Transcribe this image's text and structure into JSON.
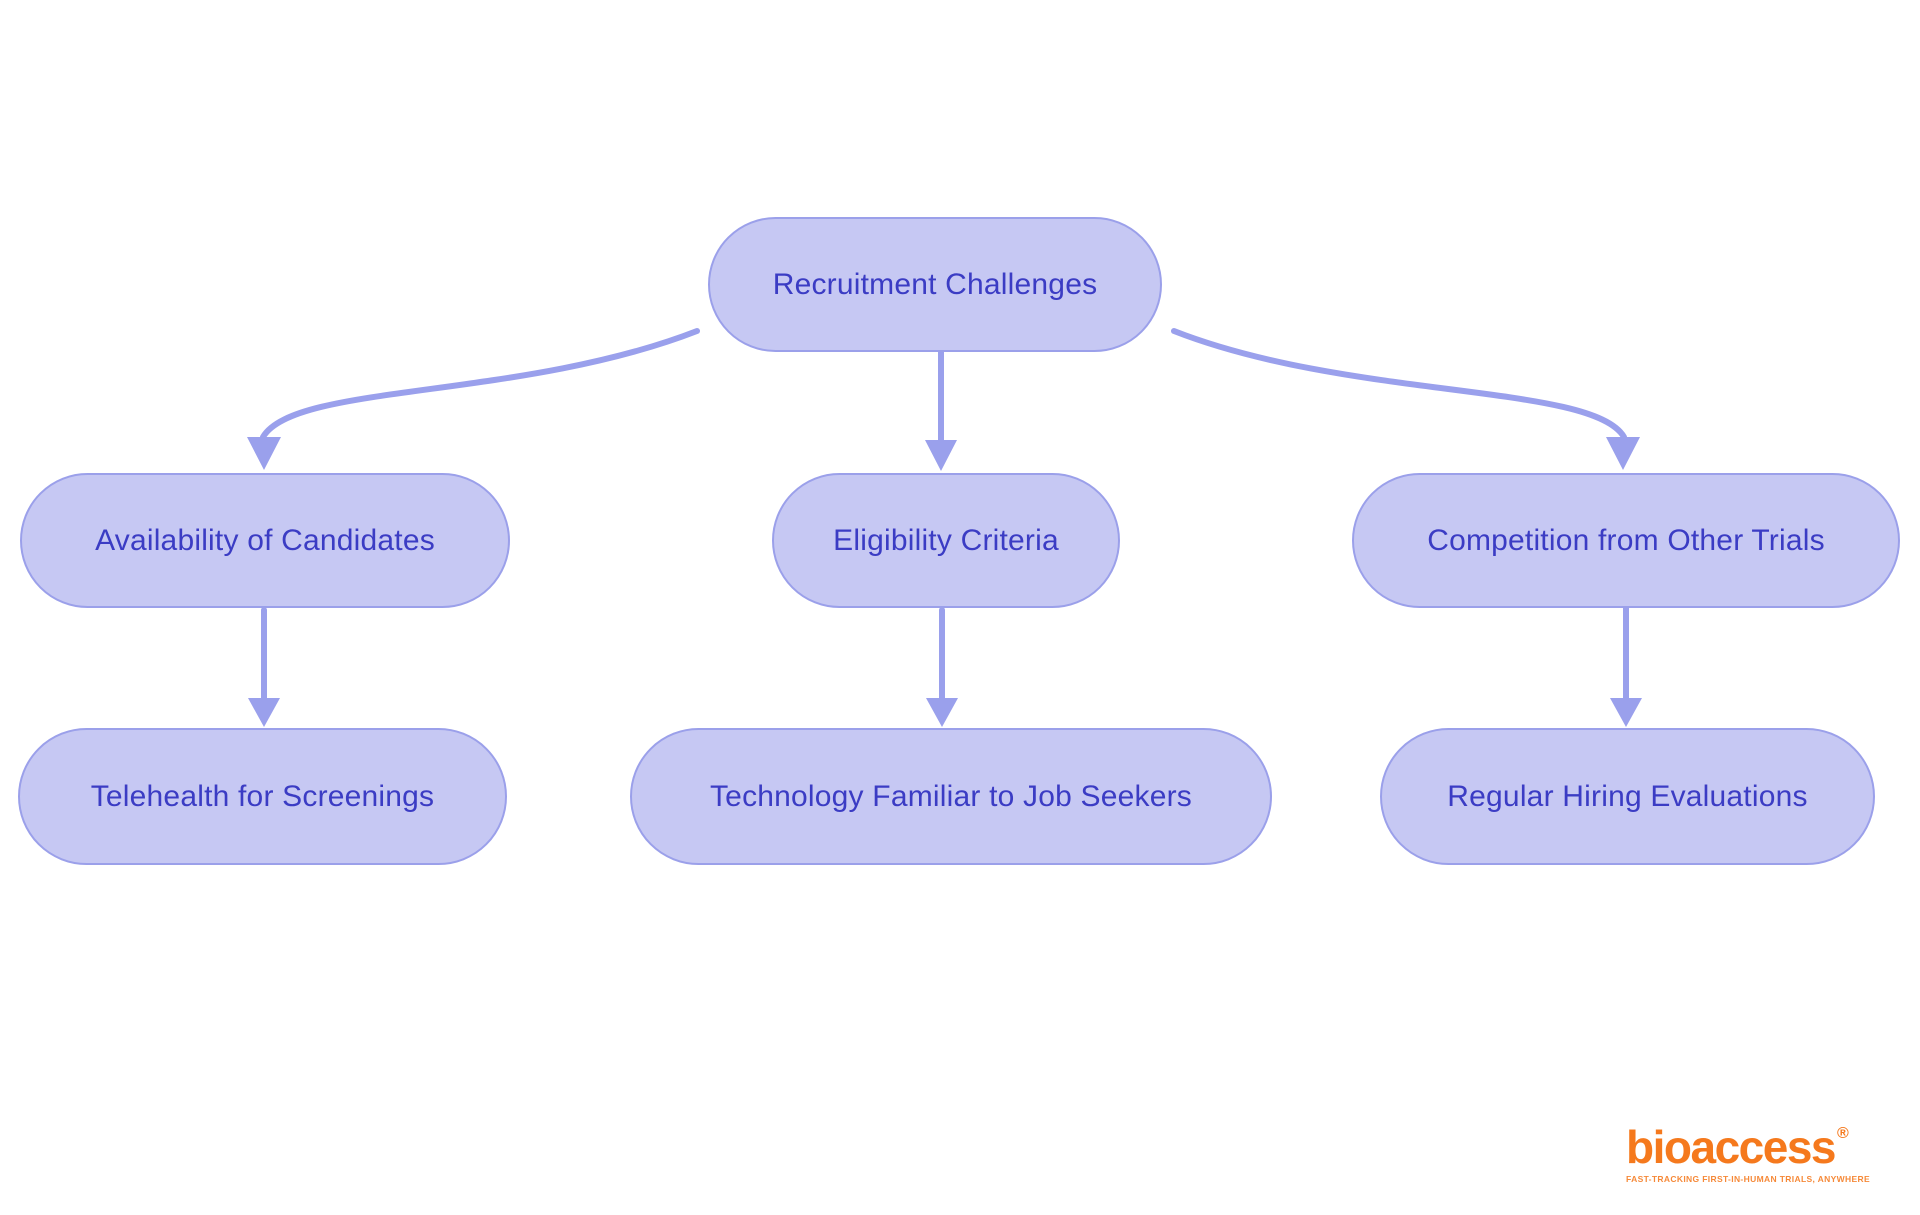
{
  "colors": {
    "background": "#ffffff",
    "node_fill": "#c6c8f3",
    "node_border": "#9ba0ea",
    "node_text": "#3b3cc4",
    "arrow": "#9aa0ec",
    "logo_orange": "#f5791d"
  },
  "diagram": {
    "nodes": {
      "root": {
        "label": "Recruitment Challenges"
      },
      "mid_left": {
        "label": "Availability of Candidates"
      },
      "mid_center": {
        "label": "Eligibility Criteria"
      },
      "mid_right": {
        "label": "Competition from Other Trials"
      },
      "bottom_left": {
        "label": "Telehealth for Screenings"
      },
      "bottom_center": {
        "label": "Technology Familiar to Job Seekers"
      },
      "bottom_right": {
        "label": "Regular Hiring Evaluations"
      }
    },
    "edges": [
      {
        "from": "root",
        "to": "mid_left"
      },
      {
        "from": "root",
        "to": "mid_center"
      },
      {
        "from": "root",
        "to": "mid_right"
      },
      {
        "from": "mid_left",
        "to": "bottom_left"
      },
      {
        "from": "mid_center",
        "to": "bottom_center"
      },
      {
        "from": "mid_right",
        "to": "bottom_right"
      }
    ]
  },
  "logo": {
    "brand": "bioaccess",
    "registered_mark": "®",
    "tagline": "FAST-TRACKING FIRST-IN-HUMAN TRIALS, ANYWHERE"
  }
}
